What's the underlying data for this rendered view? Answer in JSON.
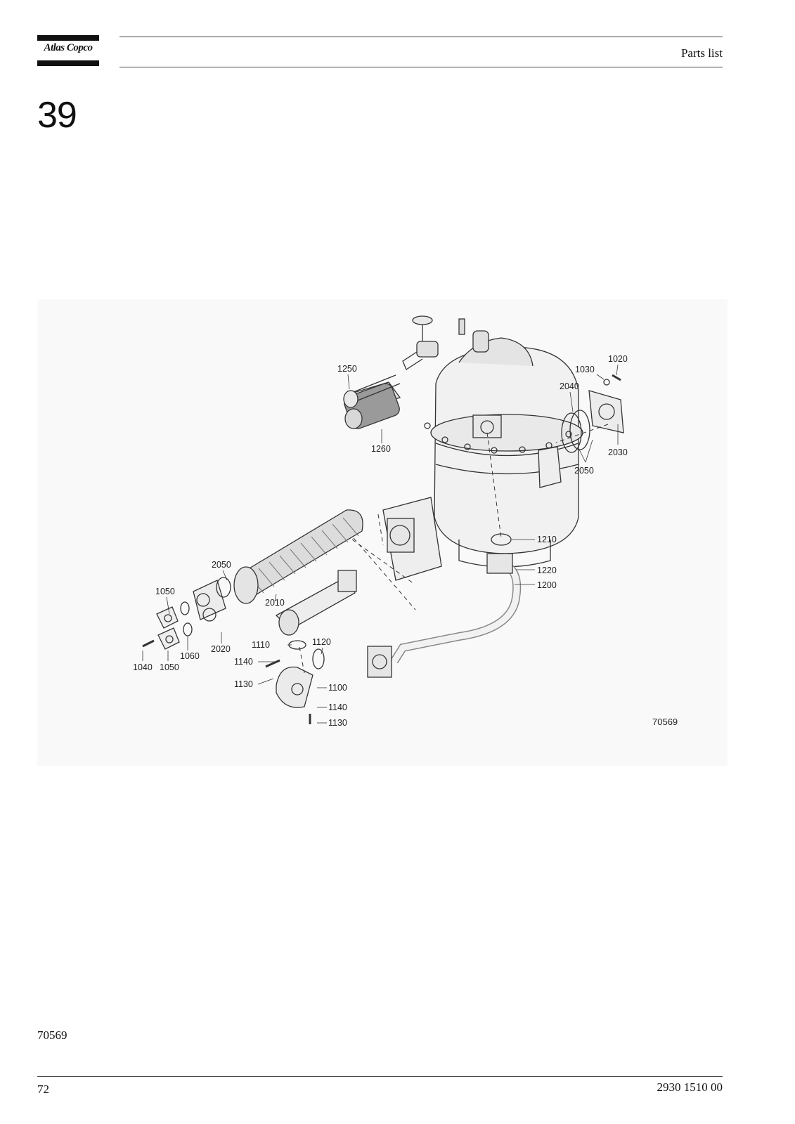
{
  "header": {
    "logo_text": "Atlas Copco",
    "title": "Parts list"
  },
  "section": {
    "number": "39"
  },
  "figure": {
    "id_label": "70569",
    "callouts": {
      "c1020": "1020",
      "c1030": "1030",
      "c2040": "2040",
      "c2030": "2030",
      "c2050a": "2050",
      "c1250": "1250",
      "c1260": "1260",
      "c1210": "1210",
      "c1220": "1220",
      "c1200": "1200",
      "c2050b": "2050",
      "c1050a": "1050",
      "c2010": "2010",
      "c2020": "2020",
      "c1060": "1060",
      "c1040": "1040",
      "c1050b": "1050",
      "c1110": "1110",
      "c1120": "1120",
      "c1140a": "1140",
      "c1130a": "1130",
      "c1100": "1100",
      "c1140b": "1140",
      "c1130b": "1130"
    }
  },
  "footer": {
    "reference": "70569",
    "page": "72",
    "doc_number": "2930 1510 00"
  }
}
